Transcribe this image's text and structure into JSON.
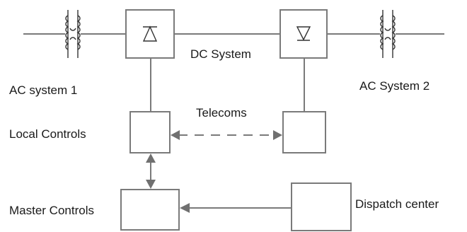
{
  "diagram": {
    "labels": {
      "ac_system_1": "AC system 1",
      "ac_system_2": "AC System 2",
      "dc_system": "DC System",
      "telecoms": "Telecoms",
      "local_controls": "Local Controls",
      "master_controls": "Master Controls",
      "dispatch_center": "Dispatch center"
    },
    "colors": {
      "line": "#7a7a7a",
      "arrow": "#707070",
      "text": "#1a1a1a"
    },
    "icons": {
      "transformer_left": "transformer-icon",
      "rectifier": "rectifier-icon",
      "inverter": "inverter-icon",
      "transformer_right": "transformer-icon"
    }
  }
}
